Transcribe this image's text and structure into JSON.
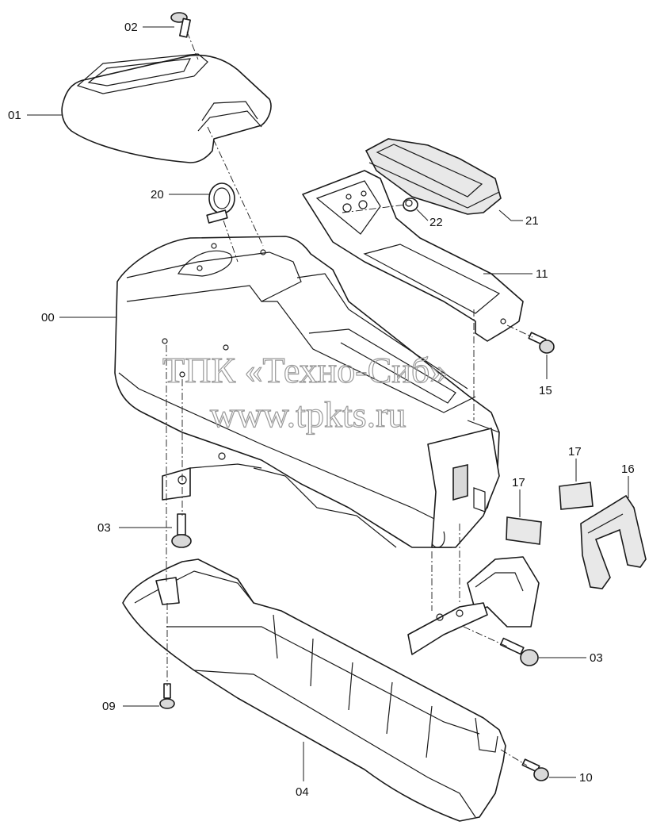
{
  "callouts": [
    {
      "id": "c00",
      "label": "00"
    },
    {
      "id": "c01",
      "label": "01"
    },
    {
      "id": "c02",
      "label": "02"
    },
    {
      "id": "c03a",
      "label": "03"
    },
    {
      "id": "c03b",
      "label": "03"
    },
    {
      "id": "c04",
      "label": "04"
    },
    {
      "id": "c09",
      "label": "09"
    },
    {
      "id": "c10",
      "label": "10"
    },
    {
      "id": "c11",
      "label": "11"
    },
    {
      "id": "c15",
      "label": "15"
    },
    {
      "id": "c16",
      "label": "16"
    },
    {
      "id": "c17a",
      "label": "17"
    },
    {
      "id": "c17b",
      "label": "17"
    },
    {
      "id": "c20",
      "label": "20"
    },
    {
      "id": "c21",
      "label": "21"
    },
    {
      "id": "c22",
      "label": "22"
    }
  ],
  "watermark": {
    "line1": "ТПК «Техно-Сиб»",
    "line2": "www.tpkts.ru"
  }
}
